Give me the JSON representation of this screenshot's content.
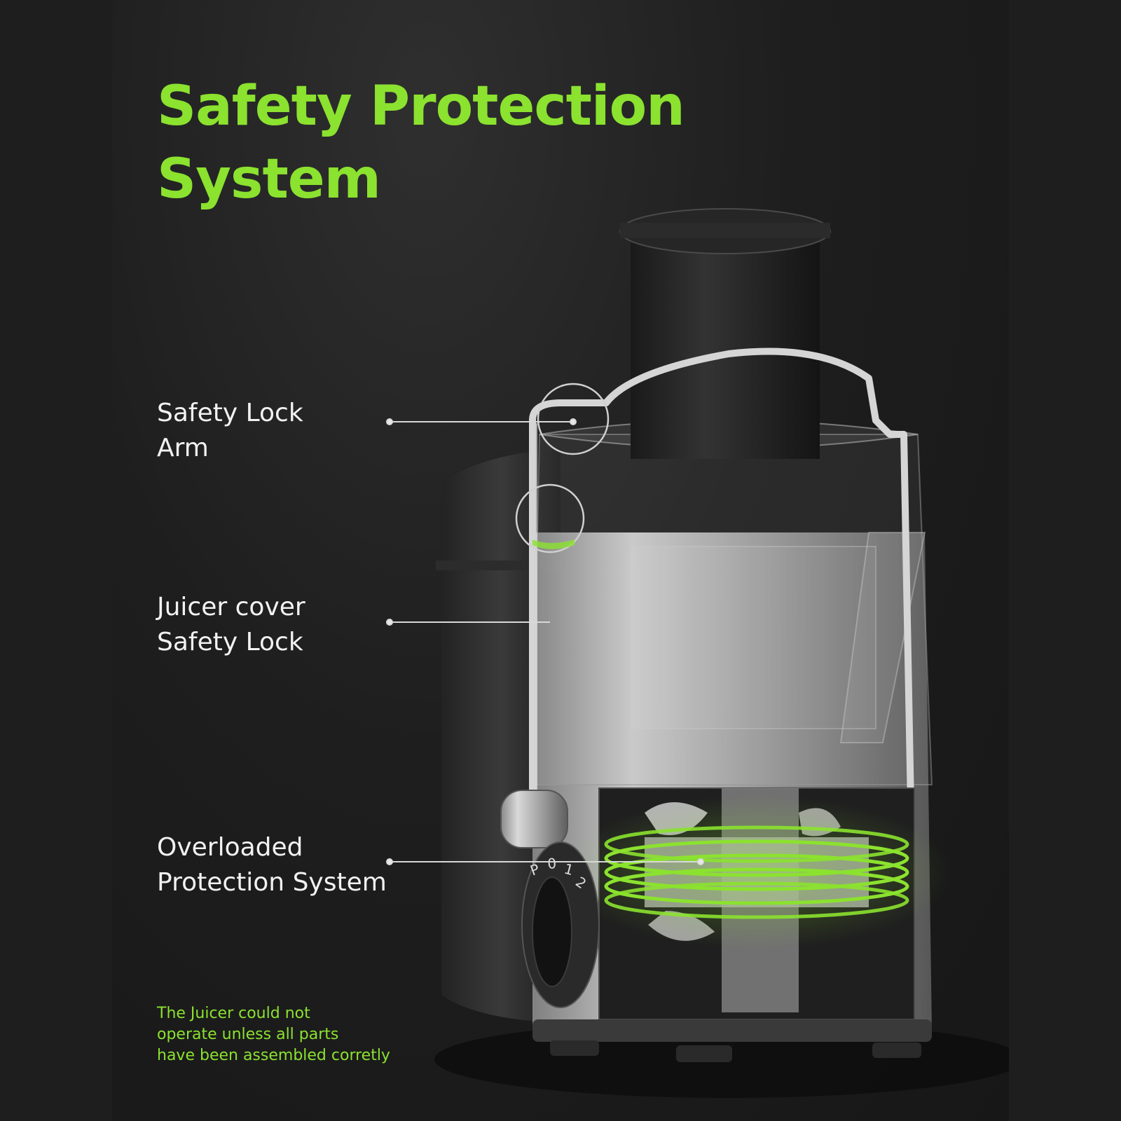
{
  "title": {
    "line1": "Safety Protection",
    "line2": "System"
  },
  "callouts": [
    {
      "line1": "Safety Lock",
      "line2": "Arm"
    },
    {
      "line1": "Juicer cover",
      "line2": "Safety Lock"
    },
    {
      "line1": "Overloaded",
      "line2": "Protection System"
    }
  ],
  "note": {
    "line1": "The Juicer could not",
    "line2": "operate unless all parts",
    "line3": "have been assembled corretly"
  },
  "dial_marks": [
    "P",
    "0",
    "1",
    "2"
  ],
  "colors": {
    "accent_green": "#8be22f",
    "background": "#1e1e1e",
    "label_text": "#f2f2f2"
  }
}
